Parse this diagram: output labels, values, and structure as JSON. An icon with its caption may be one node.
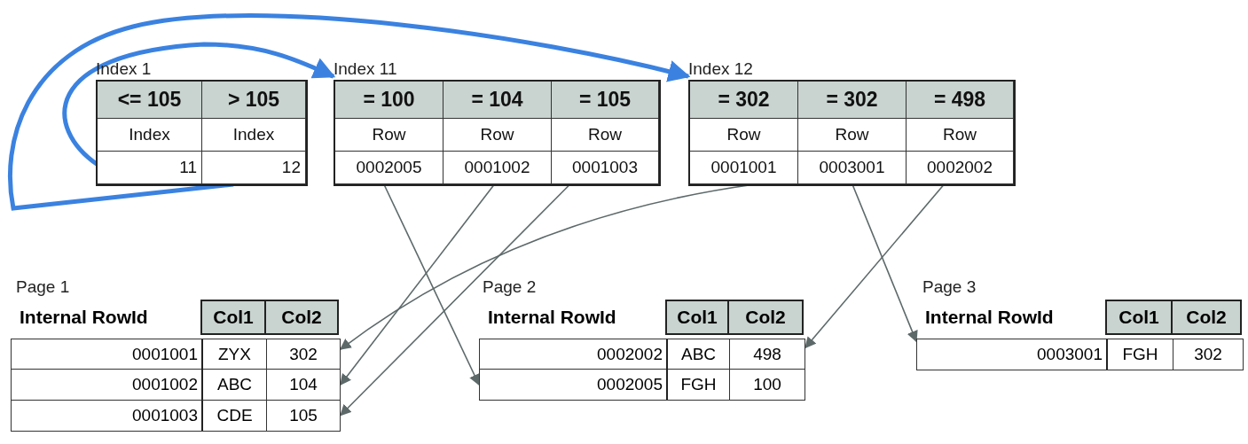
{
  "diagram": {
    "nodes": [
      {
        "text": [
          "Index 1"
        ]
      },
      {
        "text": [
          "<= 105"
        ],
        "in": 0
      },
      {
        "text": [
          "> 105"
        ],
        "in": 0
      },
      {
        "text": [
          "Index"
        ],
        "in": 0
      },
      {
        "text": [
          "Index"
        ],
        "in": 0
      },
      {
        "text": [
          "11"
        ],
        "in": 0
      },
      {
        "text": [
          "12"
        ],
        "in": 0
      },
      {
        "text": [
          "Index 11"
        ]
      },
      {
        "text": [
          "= 100"
        ],
        "in": 7
      },
      {
        "text": [
          "= 104"
        ],
        "in": 7
      },
      {
        "text": [
          "= 105"
        ],
        "in": 7
      },
      {
        "text": [
          "Row"
        ],
        "in": 7
      },
      {
        "text": [
          "Row"
        ],
        "in": 7
      },
      {
        "text": [
          "Row"
        ],
        "in": 7
      },
      {
        "text": [
          "0002005"
        ],
        "in": 7
      },
      {
        "text": [
          "0001002"
        ],
        "in": 7
      },
      {
        "text": [
          "0001003"
        ],
        "in": 7
      },
      {
        "text": [
          "Index 12"
        ]
      },
      {
        "text": [
          "= 302"
        ],
        "in": 17
      },
      {
        "text": [
          "= 302"
        ],
        "in": 17
      },
      {
        "text": [
          "= 498"
        ],
        "in": 17
      },
      {
        "text": [
          "Row"
        ],
        "in": 17
      },
      {
        "text": [
          "Row"
        ],
        "in": 17
      },
      {
        "text": [
          "Row"
        ],
        "in": 17
      },
      {
        "text": [
          "0001001"
        ],
        "in": 17
      },
      {
        "text": [
          "0003001"
        ],
        "in": 17
      },
      {
        "text": [
          "0002002"
        ],
        "in": 17
      },
      {
        "text": [
          "Internal RowId",
          "Col1",
          "Col2"
        ]
      },
      {
        "text": [
          "0001001",
          "ZYX",
          "302"
        ]
      },
      {
        "text": [
          "0001002",
          "ABC",
          "104"
        ]
      },
      {
        "text": [
          "0001003",
          "CDE",
          "105"
        ]
      },
      {
        "text": [
          "Internal RowId",
          "Col1",
          "Col2"
        ]
      },
      {
        "text": [
          "0002002",
          "ABC",
          "498"
        ]
      },
      {
        "text": [
          "0002005",
          "FGH",
          "100"
        ]
      },
      {
        "text": [
          "Internal RowId",
          "Col1",
          "Col2"
        ]
      },
      {
        "text": [
          "0003001",
          "FGH",
          "302"
        ]
      }
    ],
    "edges": [
      {
        "from": 5,
        "to": 7,
        "arrow": "to",
        "style": "thick",
        "color": "#3b82e0"
      },
      {
        "from": 6,
        "to": 17,
        "arrow": "to",
        "style": "thick",
        "color": "#3b82e0"
      },
      {
        "from": 14,
        "to": 33,
        "arrow": "to"
      },
      {
        "from": 15,
        "to": 29,
        "arrow": "to"
      },
      {
        "from": 16,
        "to": 30,
        "arrow": "to"
      },
      {
        "from": 24,
        "to": 28,
        "arrow": "to"
      },
      {
        "from": 25,
        "to": 35,
        "arrow": "to"
      },
      {
        "from": 26,
        "to": 32,
        "arrow": "to"
      }
    ],
    "labels": [
      "Page 1",
      "Page 2",
      "Page 3"
    ]
  }
}
